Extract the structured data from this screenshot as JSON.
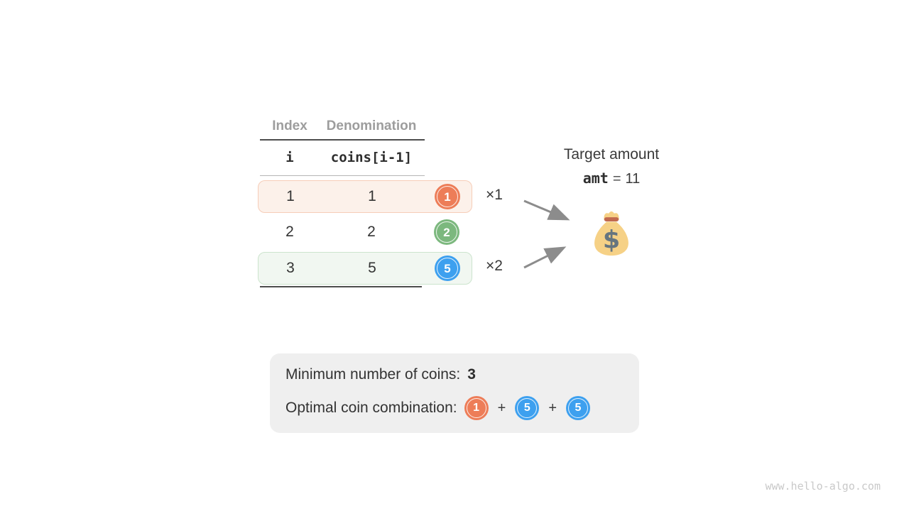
{
  "table": {
    "columns": {
      "index_label": "Index",
      "denomination_label": "Denomination"
    },
    "code_header": {
      "index": "i",
      "denomination": "coins[i-1]"
    },
    "rows": [
      {
        "index": "1",
        "denomination": "1",
        "coin": "1",
        "multiplier": "×1"
      },
      {
        "index": "2",
        "denomination": "2",
        "coin": "2",
        "multiplier": ""
      },
      {
        "index": "3",
        "denomination": "5",
        "coin": "5",
        "multiplier": "×2"
      }
    ]
  },
  "target": {
    "title": "Target amount",
    "variable": "amt",
    "equals": "=",
    "value": "11"
  },
  "summary": {
    "min_coins_label": "Minimum number of coins:",
    "min_coins_value": "3",
    "combination_label": "Optimal coin combination:",
    "plus": "+",
    "coins": [
      {
        "value": "1"
      },
      {
        "value": "5"
      },
      {
        "value": "5"
      }
    ]
  },
  "watermark": "www.hello-algo.com",
  "colors": {
    "coin_orange": "#ED7D58",
    "coin_green": "#7CB87E",
    "coin_blue": "#3DA0EF",
    "row_orange_bg": "#FCF1EA",
    "row_orange_border": "#F6CDB8",
    "row_green_bg": "#F1F7F1",
    "row_green_border": "#CCE4CD",
    "summary_bg": "#EFEFEF",
    "arrow": "#8C8C8C",
    "bag_body": "#F6D186",
    "bag_tie": "#C1694F",
    "bag_dollar": "#66757F"
  }
}
